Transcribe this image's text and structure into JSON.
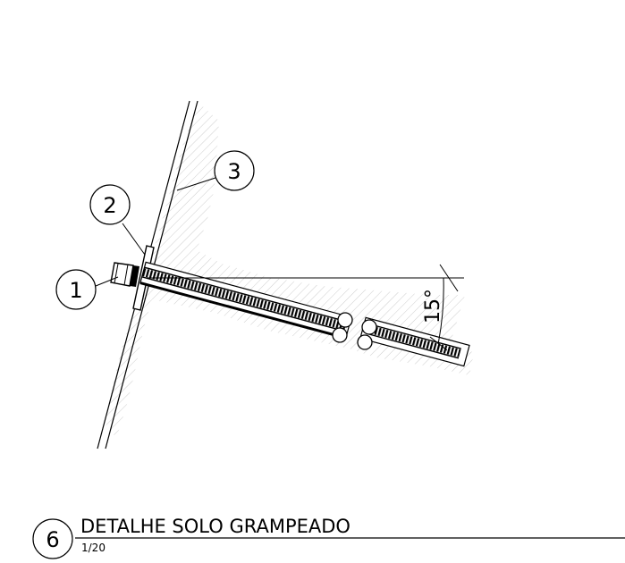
{
  "callouts": {
    "nut": "1",
    "plate": "2",
    "wall": "3"
  },
  "angle_label": "15°",
  "title_block": {
    "detail_number": "6",
    "title": "DETALHE SOLO GRAMPEADO",
    "scale": "1/20"
  },
  "colors": {
    "ink": "#000000",
    "hatch": "#c8c8c8",
    "background": "#ffffff"
  }
}
